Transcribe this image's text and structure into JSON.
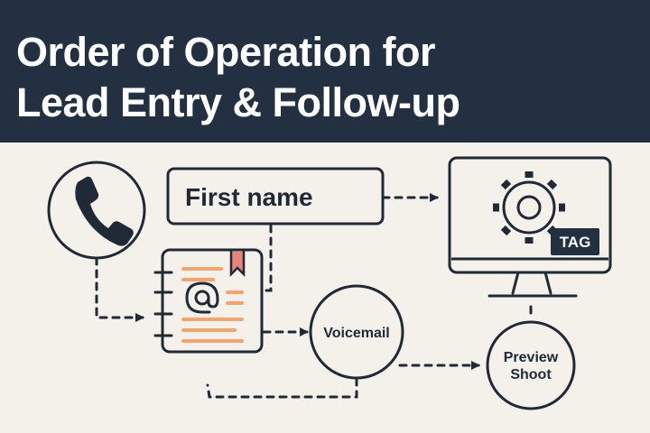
{
  "header": {
    "title_line1": "Order of Operation for",
    "title_line2": "Lead Entry & Follow-up"
  },
  "nodes": {
    "phone": {
      "icon": "phone-icon"
    },
    "first_name": {
      "label": "First name"
    },
    "contact_book": {
      "icon": "at-sign-icon"
    },
    "voicemail": {
      "label": "Voicemail"
    },
    "monitor": {
      "icon": "gear-icon",
      "tag": "TAG"
    },
    "preview_shoot": {
      "line1": "Preview",
      "line2": "Shoot"
    }
  },
  "colors": {
    "header_bg": "#233042",
    "background": "#f4f0ea",
    "stroke": "#1f2a36",
    "accent_orange": "#f3a36d",
    "bookmark_pink": "#e8847a"
  }
}
